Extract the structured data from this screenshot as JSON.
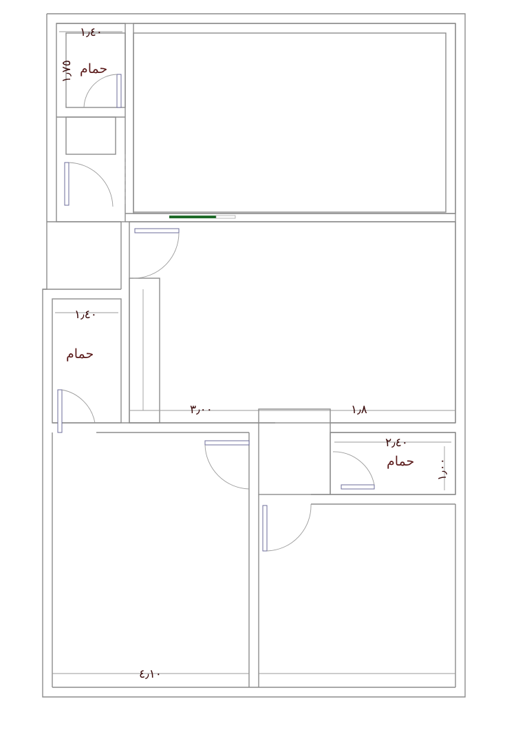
{
  "labels": {
    "bath_top": "حمام",
    "bath_left": "حمام",
    "bath_right": "حمام"
  },
  "dimensions": {
    "bath_top_width": "١٫٤٠",
    "bath_top_height": "١٫٧٥",
    "bath_left_width": "١٫٤٠",
    "hall_left": "٣٫٠٠",
    "hall_right": "١٫٨",
    "bath_right_width": "٢٫٤٠",
    "bath_right_height": "١٫٠٠",
    "bedroom_left_width": "٤٫١٠"
  },
  "colors": {
    "wall": "#8c8c8c",
    "label": "#5a1a1a",
    "marker": "#1f6b2a"
  }
}
